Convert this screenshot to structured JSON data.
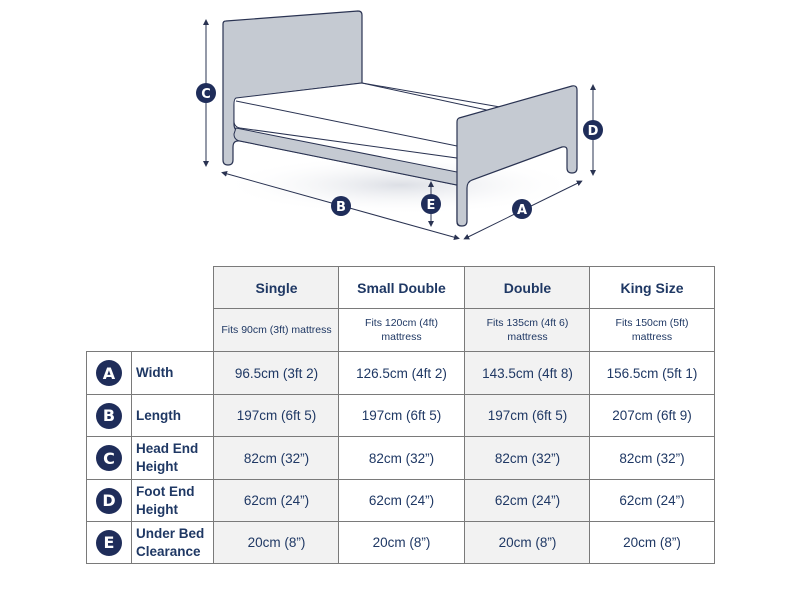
{
  "diagram": {
    "labels": {
      "A": "A",
      "B": "B",
      "C": "C",
      "D": "D",
      "E": "E"
    },
    "colors": {
      "bed_fill": "#c5cad2",
      "outline": "#2a3352",
      "badge": "#1f2d5a",
      "mattress": "#ffffff"
    }
  },
  "table": {
    "columns": [
      {
        "name": "Single",
        "fits": "Fits 90cm (3ft) mattress",
        "shaded": true
      },
      {
        "name": "Small Double",
        "fits": "Fits 120cm (4ft) mattress",
        "shaded": false
      },
      {
        "name": "Double",
        "fits": "Fits 135cm (4ft 6) mattress",
        "shaded": true
      },
      {
        "name": "King Size",
        "fits": "Fits 150cm (5ft) mattress",
        "shaded": false
      }
    ],
    "rows": [
      {
        "badge": "A",
        "label": "Width",
        "values": [
          "96.5cm (3ft 2)",
          "126.5cm (4ft 2)",
          "143.5cm (4ft 8)",
          "156.5cm (5ft 1)"
        ]
      },
      {
        "badge": "B",
        "label": "Length",
        "values": [
          "197cm (6ft 5)",
          "197cm (6ft 5)",
          "197cm (6ft 5)",
          "207cm (6ft 9)"
        ]
      },
      {
        "badge": "C",
        "label": "Head End Height",
        "values": [
          "82cm (32”)",
          "82cm (32”)",
          "82cm (32”)",
          "82cm (32”)"
        ]
      },
      {
        "badge": "D",
        "label": "Foot End Height",
        "values": [
          "62cm (24”)",
          "62cm (24”)",
          "62cm (24”)",
          "62cm (24”)"
        ]
      },
      {
        "badge": "E",
        "label": "Under Bed Clearance",
        "values": [
          "20cm (8”)",
          "20cm (8”)",
          "20cm (8”)",
          "20cm (8”)"
        ]
      }
    ]
  }
}
